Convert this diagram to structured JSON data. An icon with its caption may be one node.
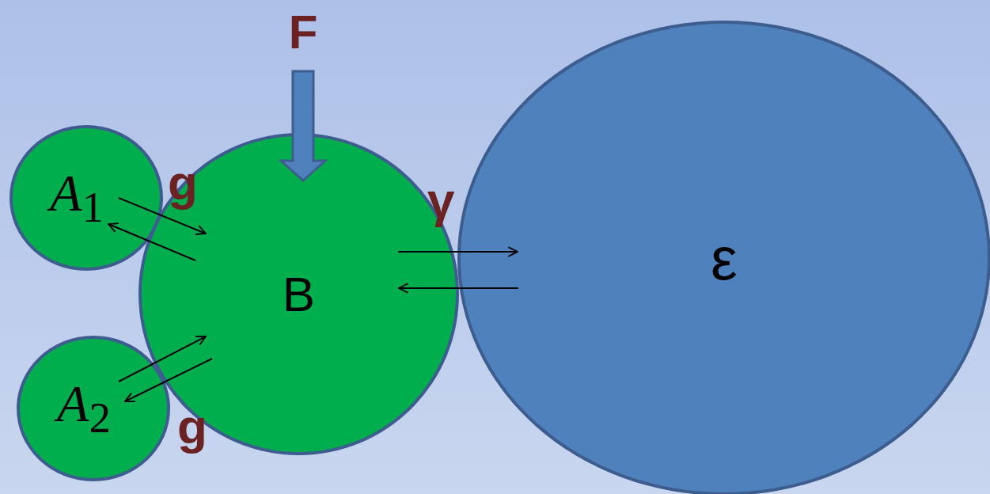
{
  "diagram": {
    "nodes": [
      {
        "text": [
          "F"
        ]
      },
      {
        "text": [
          "A$_{1}$"
        ]
      },
      {
        "text": [
          "B"
        ]
      },
      {
        "text": [
          "ε"
        ]
      },
      {
        "text": [
          "A$_{2}$"
        ]
      }
    ],
    "edges": [
      {
        "from": 0,
        "to": 2,
        "arrow": "to",
        "style": "thick",
        "color": "#4f81bd"
      },
      {
        "from": 1,
        "to": 2,
        "arrow": "to"
      },
      {
        "from": 2,
        "to": 1,
        "arrow": "to"
      },
      {
        "from": 4,
        "to": 2,
        "arrow": "to"
      },
      {
        "from": 2,
        "to": 4,
        "arrow": "to"
      },
      {
        "from": 2,
        "to": 3,
        "arrow": "to"
      },
      {
        "from": 3,
        "to": 2,
        "arrow": "to"
      }
    ],
    "labels": [
      "g",
      "γ",
      "g"
    ]
  }
}
